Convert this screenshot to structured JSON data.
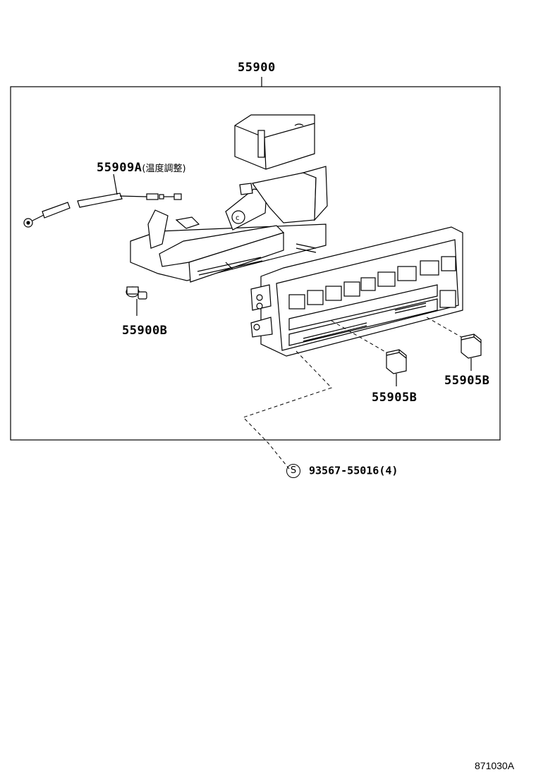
{
  "labels": {
    "assembly": "55900",
    "cable_part": "55909A",
    "cable_note": "(温度調整)",
    "bulb": "55900B",
    "knob_right": "55905B",
    "knob_center": "55905B",
    "screw_symbol": "S",
    "screw": "93567-55016(4)"
  },
  "footer": {
    "code": "871030A"
  }
}
